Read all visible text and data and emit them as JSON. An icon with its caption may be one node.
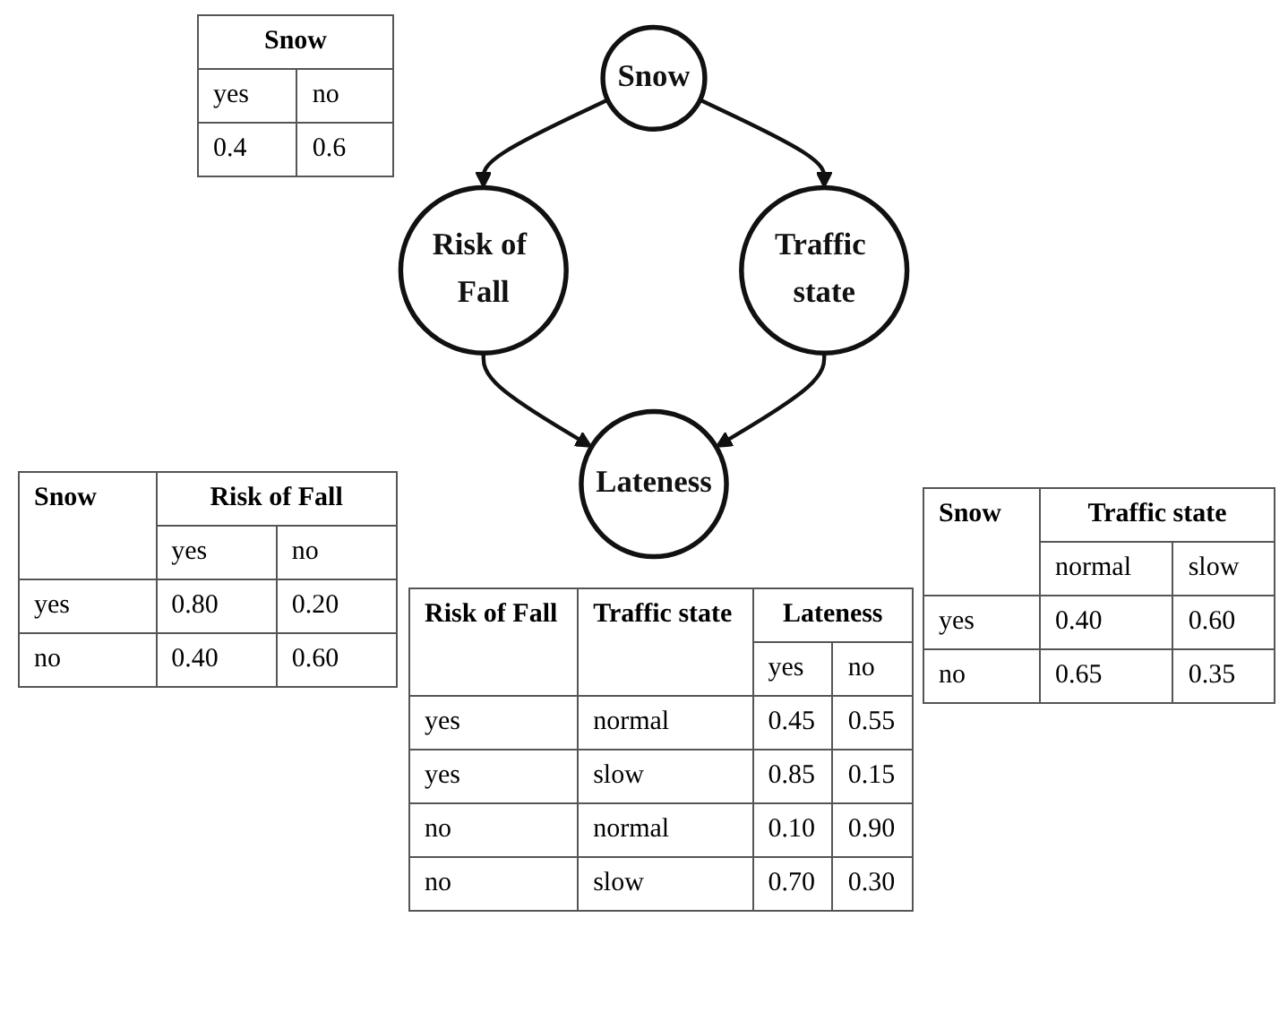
{
  "diagram": {
    "nodes": [
      {
        "text": [
          "Snow"
        ]
      },
      {
        "text": [
          "Risk of Fall"
        ]
      },
      {
        "text": [
          "Traffic state"
        ]
      },
      {
        "text": [
          "Lateness"
        ]
      }
    ],
    "edges": [
      {
        "from": 0,
        "to": 1,
        "arrow": "to"
      },
      {
        "from": 0,
        "to": 2,
        "arrow": "to"
      },
      {
        "from": 1,
        "to": 3,
        "arrow": "to"
      },
      {
        "from": 2,
        "to": 3,
        "arrow": "to"
      }
    ],
    "labels": [
      "Snow",
      "yes",
      "no",
      "0.4",
      "0.6",
      "Snow",
      "Risk of Fall",
      "yes",
      "no",
      "yes",
      "0.80",
      "0.20",
      "no",
      "0.40",
      "0.60",
      "Snow",
      "Traffic state",
      "normal",
      "slow",
      "yes",
      "0.40",
      "0.60",
      "no",
      "0.65",
      "0.35",
      "Risk of Fall",
      "Traffic state",
      "Lateness",
      "yes",
      "no",
      "yes",
      "normal",
      "0.45",
      "0.55",
      "yes",
      "slow",
      "0.85",
      "0.15",
      "no",
      "normal",
      "0.10",
      "0.90",
      "no",
      "slow",
      "0.70",
      "0.30"
    ]
  }
}
